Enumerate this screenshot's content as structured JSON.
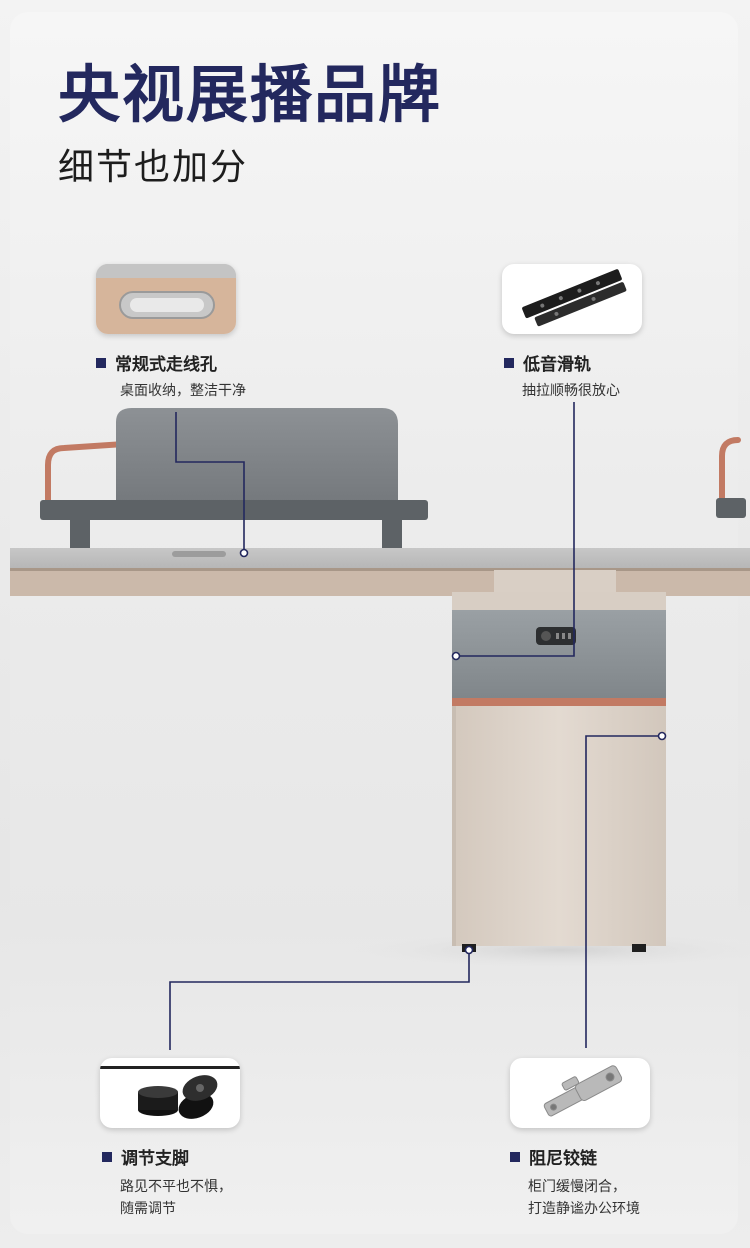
{
  "header": {
    "title": "央视展播品牌",
    "subtitle": "细节也加分"
  },
  "features": {
    "cable_hole": {
      "title": "常规式走线孔",
      "desc": [
        "桌面收纳，整洁干净"
      ]
    },
    "silent_slide": {
      "title": "低音滑轨",
      "desc": [
        "抽拉顺畅很放心"
      ]
    },
    "adjust_foot": {
      "title": "调节支脚",
      "desc": [
        "路见不平也不惧，",
        "随需调节"
      ]
    },
    "damper_hinge": {
      "title": "阻尼铰链",
      "desc": [
        "柜门缓慢闭合，",
        "打造静谧办公环境"
      ]
    }
  },
  "colors": {
    "accent": "#23285e",
    "desk_top": "#bdbdbd",
    "desk_edge": "#cbb9aa",
    "panel": "#7f8387",
    "cabinet": "#dcd2c8",
    "drawer": "#8b9094",
    "copper": "#c27a63"
  }
}
